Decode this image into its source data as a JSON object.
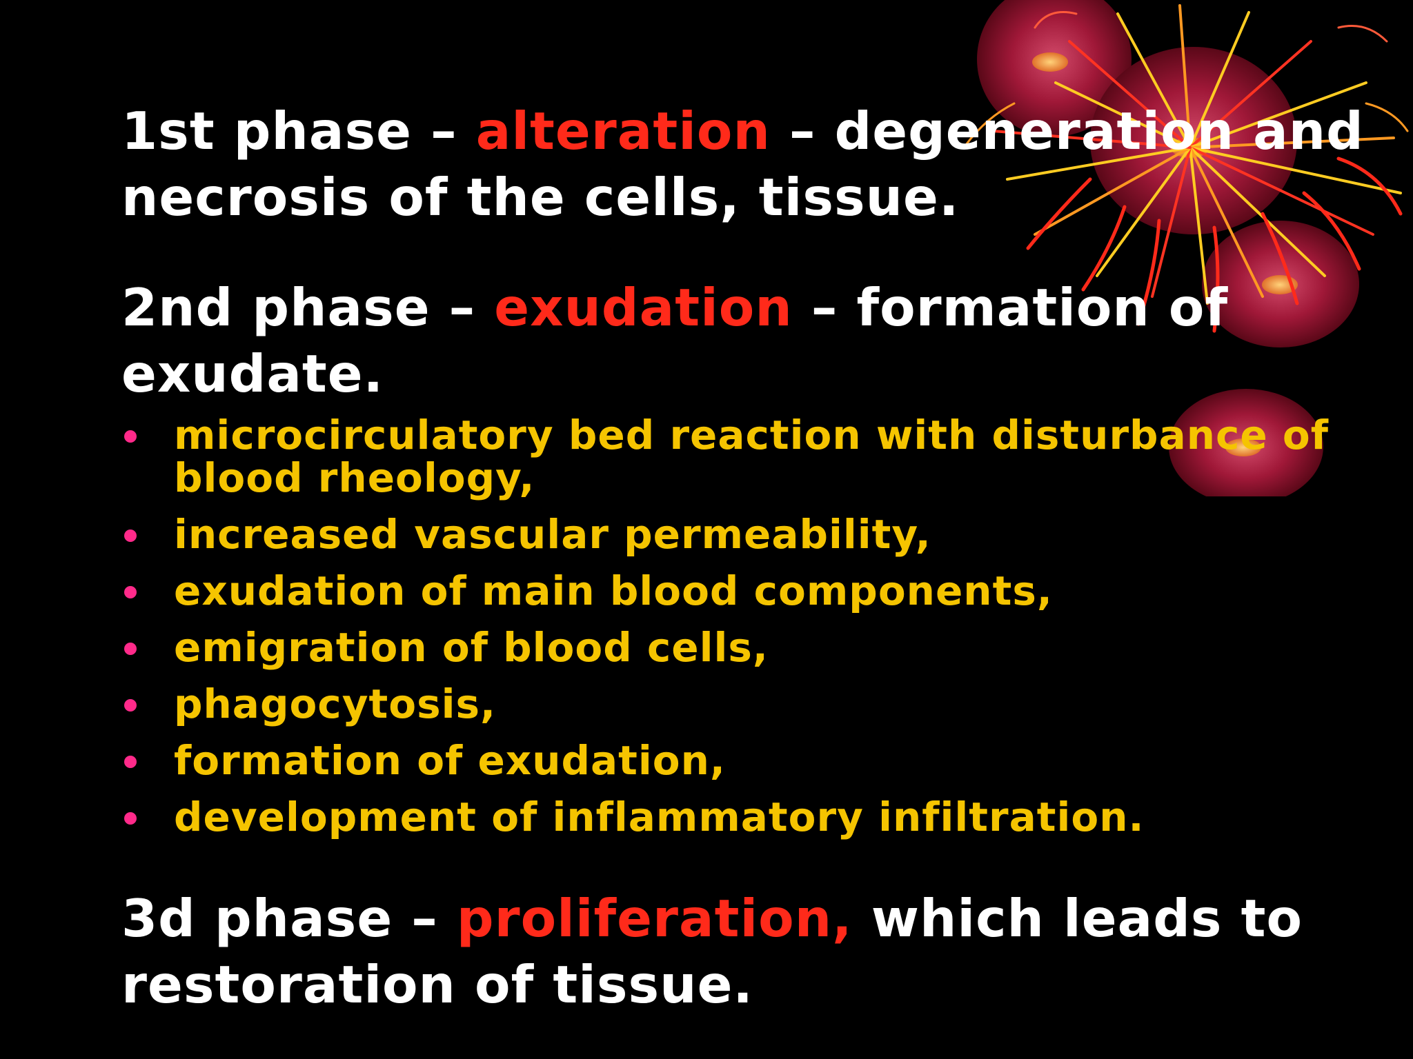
{
  "phases": [
    {
      "lead": "1st phase – ",
      "accent": "alteration",
      "tail": " – degeneration and necrosis of the cells, tissue."
    },
    {
      "lead": "2nd phase – ",
      "accent": "exudation",
      "tail": " – formation of exudate."
    },
    {
      "lead": "3d phase – ",
      "accent": "proliferation,",
      "tail": " which leads to restoration of tissue."
    }
  ],
  "bullets": [
    "microcirculatory bed reaction with disturbance of blood rheology,",
    "increased vascular permeability,",
    "exudation of main blood components,",
    "emigration of blood cells,",
    "phagocytosis,",
    "formation of exudation,",
    "development of inflammatory infiltration."
  ],
  "colors": {
    "background": "#000000",
    "phase_text": "#ffffff",
    "accent": "#ff2a1a",
    "bullet_text": "#f5c400",
    "bullet_marker": "#ff2a8a"
  },
  "decoration": "red-blood-cells-with-fireworks"
}
